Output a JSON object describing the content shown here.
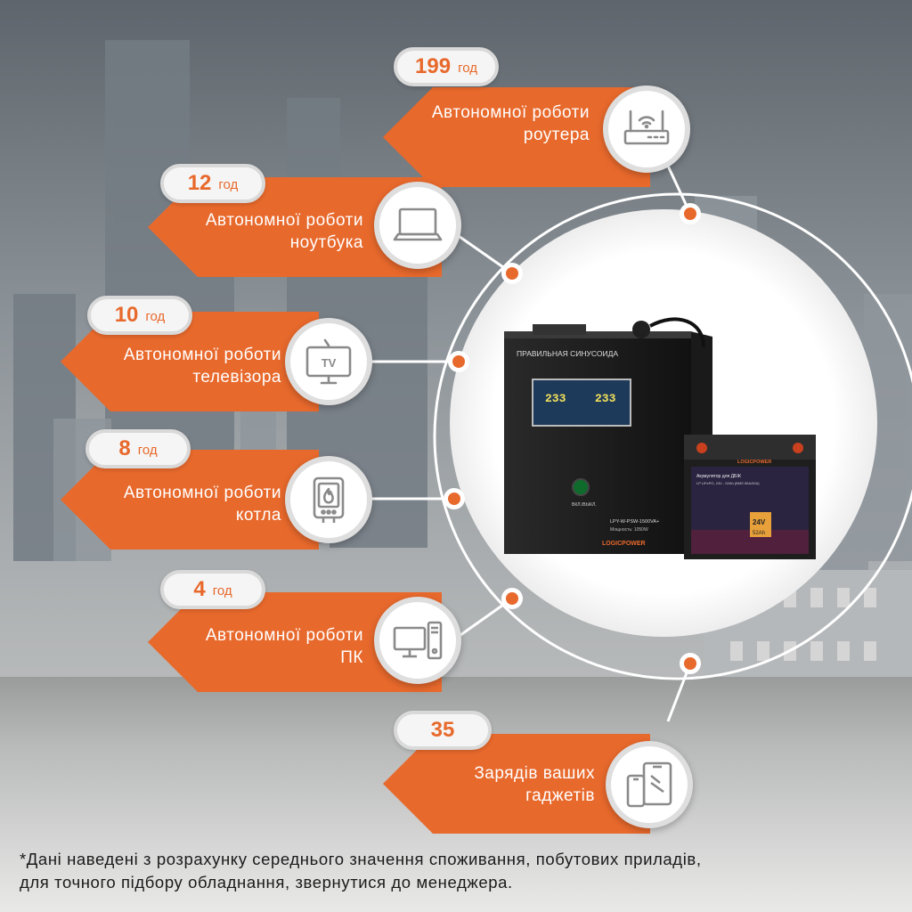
{
  "stats": [
    {
      "value": "199",
      "unit": "год",
      "text_line1": "Автономної роботи",
      "text_line2": "роутера",
      "icon": "router-icon"
    },
    {
      "value": "12",
      "unit": "год",
      "text_line1": "Автономної роботи",
      "text_line2": "ноутбука",
      "icon": "laptop-icon"
    },
    {
      "value": "10",
      "unit": "год",
      "text_line1": "Автономної роботи",
      "text_line2": "телевізора",
      "icon": "tv-icon"
    },
    {
      "value": "8",
      "unit": "год",
      "text_line1": "Автономної роботи",
      "text_line2": "котла",
      "icon": "boiler-icon"
    },
    {
      "value": "4",
      "unit": "год",
      "text_line1": "Автономної роботи",
      "text_line2": "ПК",
      "icon": "pc-icon"
    },
    {
      "value": "35",
      "unit": "",
      "text_line1": "Зарядів ваших",
      "text_line2": "гаджетів",
      "icon": "gadgets-icon"
    }
  ],
  "tv_icon_text": "TV",
  "product": {
    "inverter_label": "ПРАВИЛЬНАЯ СИНУСОИДА",
    "inverter_model": "LPY-W-PSW-1500VA+",
    "inverter_power": "Мощность: 1050W",
    "inverter_button": "ВКЛ./ВЫКЛ.",
    "inverter_brand": "LOGICPOWER",
    "display_left": "233",
    "display_right": "233",
    "battery_brand": "LOGICPOWER",
    "battery_title": "Акумулятор для ДБЖ",
    "battery_sub": "LP LiFePO, 24V - 52Ah (BMS 60A/30A)",
    "battery_voltage": "24V",
    "battery_capacity": "52Ah"
  },
  "footnote": {
    "line1": "*Дані наведені з розрахунку середнього значення споживання, побутових приладів,",
    "line2": "для точного підбору обладнання, звернутися до менеджера."
  },
  "colors": {
    "accent": "#E8692C",
    "pill_text": "#E8692C",
    "icon_stroke": "#8A8A8A"
  }
}
